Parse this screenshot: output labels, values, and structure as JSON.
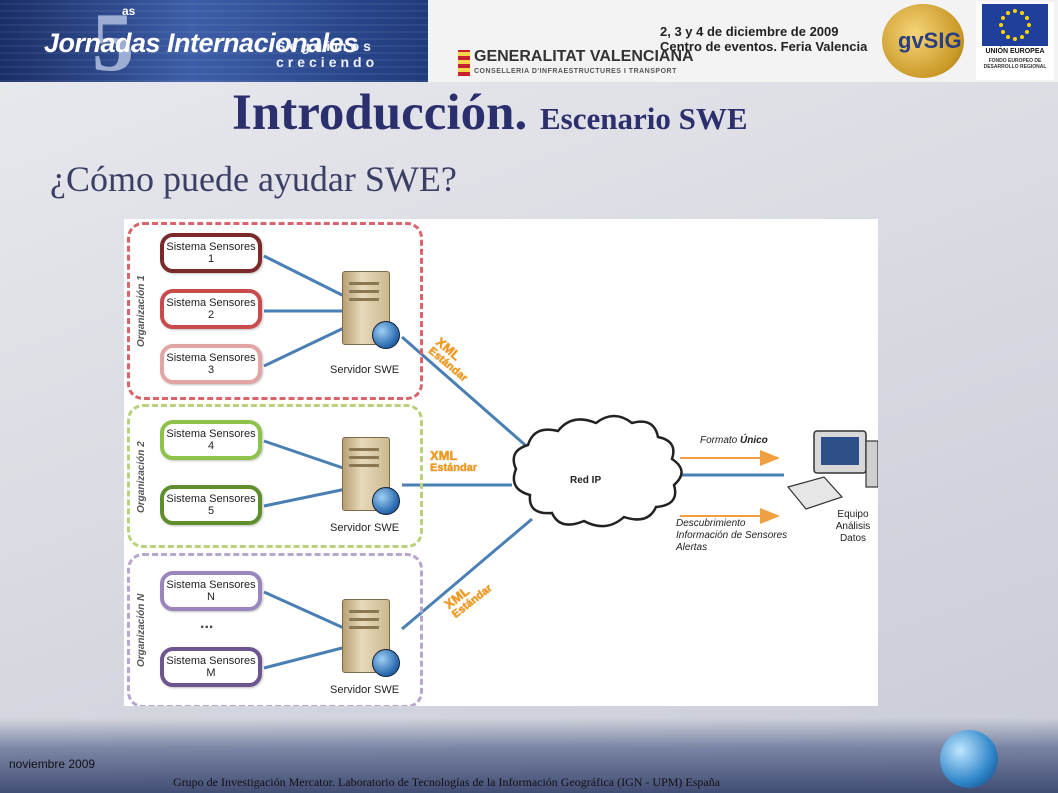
{
  "header": {
    "event_number": "5",
    "event_number_suffix": "as",
    "event_name": "Jornadas Internacionales",
    "event_tagline": "Seguimos creciendo",
    "sponsor": "GENERALITAT VALENCIANA",
    "sponsor_sub": "CONSELLERIA D'INFRAESTRUCTURES I TRANSPORT",
    "dates_line1": "2, 3 y 4 de diciembre de 2009",
    "dates_line2": "Centro de eventos. Feria Valencia",
    "gvsig_logo": "gvSIG",
    "eu_line1": "UNIÓN EUROPEA",
    "eu_line2": "FONDO EUROPEO DE DESARROLLO REGIONAL"
  },
  "slide": {
    "title_main": "Introducción.",
    "title_sub": "Escenario SWE",
    "question": "¿Cómo puede ayudar SWE?"
  },
  "diagram": {
    "organizations": [
      {
        "label": "Organización 1",
        "color": "#d9656a",
        "sensors": [
          {
            "name": "Sistema Sensores 1",
            "color": "#7a2a2a"
          },
          {
            "name": "Sistema Sensores 2",
            "color": "#c94b4b"
          },
          {
            "name": "Sistema Sensores 3",
            "color": "#e3a4a4"
          }
        ],
        "server": "Servidor SWE"
      },
      {
        "label": "Organización 2",
        "color": "#b7d27a",
        "sensors": [
          {
            "name": "Sistema Sensores 4",
            "color": "#8fc24a"
          },
          {
            "name": "Sistema Sensores 5",
            "color": "#5f8e2c"
          }
        ],
        "server": "Servidor SWE"
      },
      {
        "label": "Organización N",
        "color": "#b8a6cf",
        "sensors": [
          {
            "name": "Sistema Sensores N",
            "color": "#9b85bd"
          },
          {
            "name": "Sistema Sensores M",
            "color": "#6d568f"
          }
        ],
        "ellipsis": "...",
        "server": "Servidor SWE"
      }
    ],
    "xml_label": "XML",
    "standard_label": "Estándar",
    "network": "Red IP",
    "format_prefix": "Formato",
    "format_emphasis": "Único",
    "discovery_lines": [
      "Descubrimiento",
      "Información de Sensores",
      "Alertas"
    ],
    "client_label": [
      "Equipo",
      "Análisis",
      "Datos"
    ],
    "line_color": "#4a7fb4",
    "arrow_color": "#f0a040"
  },
  "footer": {
    "date": "noviembre 2009",
    "credit": "Grupo de Investigación Mercator. Laboratorio de Tecnologías de la Información Geográfica (IGN - UPM) España"
  }
}
